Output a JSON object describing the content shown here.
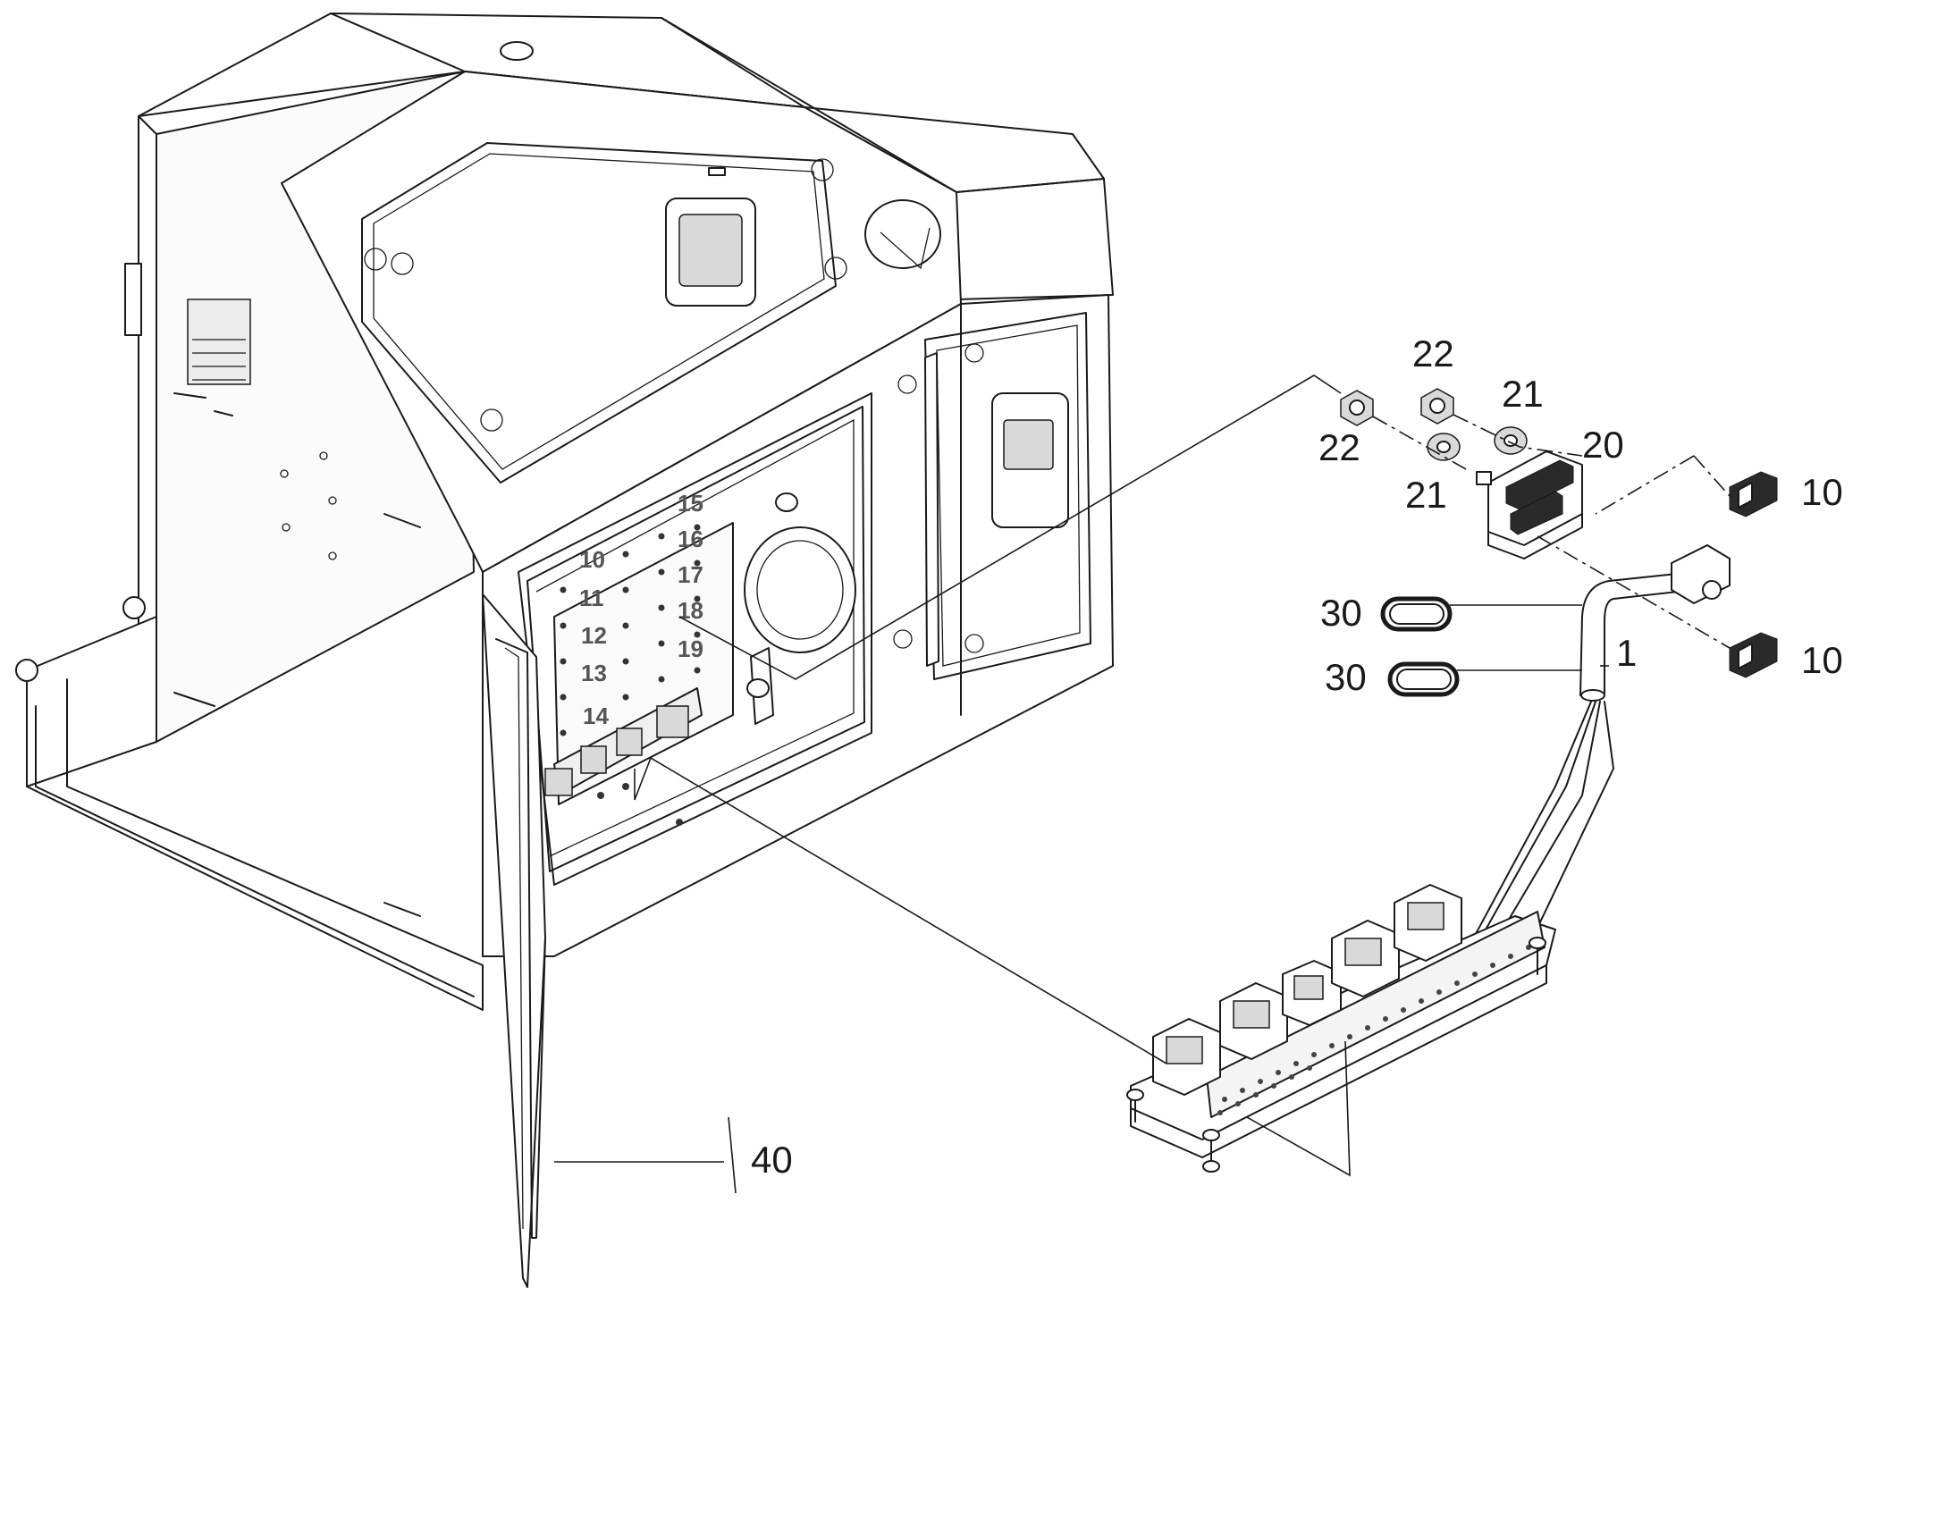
{
  "callouts": {
    "p22_top": "22",
    "p22_left": "22",
    "p21_right": "21",
    "p21_left": "21",
    "p20": "20",
    "p10_top": "10",
    "p10_bottom": "10",
    "p30_top": "30",
    "p30_bottom": "30",
    "p1": "1",
    "p40": "40"
  },
  "panel_stencils": [
    "10",
    "11",
    "12",
    "13",
    "14",
    "15",
    "16",
    "17",
    "18",
    "19"
  ]
}
